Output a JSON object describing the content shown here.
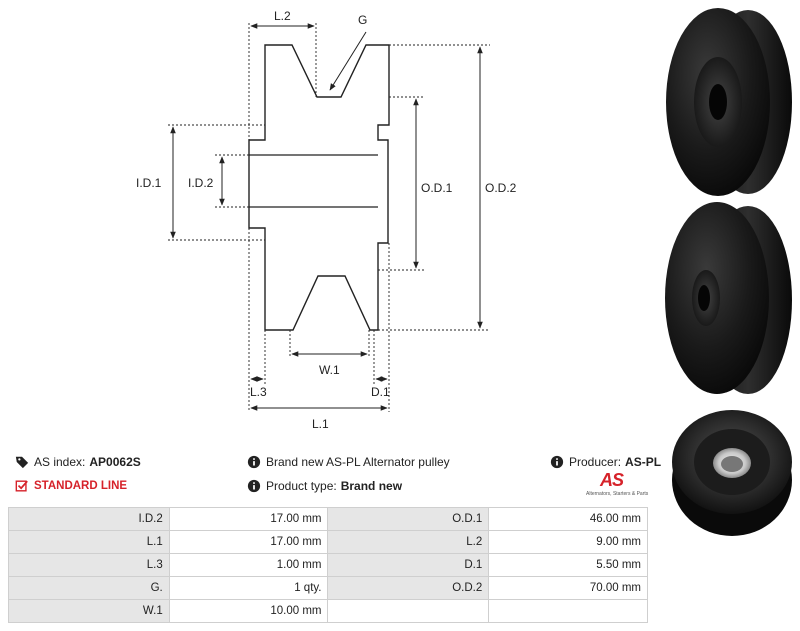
{
  "drawing": {
    "labels": {
      "l2": "L.2",
      "g": "G",
      "id1": "I.D.1",
      "id2": "I.D.2",
      "od1": "O.D.1",
      "od2": "O.D.2",
      "w1": "W.1",
      "l3": "L.3",
      "d1": "D.1",
      "l1": "L.1"
    }
  },
  "info": {
    "as_index_label": "AS index:",
    "as_index_value": "AP0062S",
    "standard_line": "STANDARD LINE",
    "description": "Brand new AS-PL Alternator pulley",
    "product_type_label": "Product type:",
    "product_type_value": "Brand new",
    "producer_label": "Producer:",
    "producer_value": "AS-PL"
  },
  "logo": {
    "brand": "AS",
    "tagline": "Alternators, Starters & Parts"
  },
  "colors": {
    "accent": "#d6222a",
    "table_label_bg": "#e6e6e6",
    "table_border": "#cfcfcf"
  },
  "spec_table": {
    "rows": [
      [
        {
          "label": "I.D.2",
          "value": "17.00 mm"
        },
        {
          "label": "O.D.1",
          "value": "46.00 mm"
        }
      ],
      [
        {
          "label": "L.1",
          "value": "17.00 mm"
        },
        {
          "label": "L.2",
          "value": "9.00 mm"
        }
      ],
      [
        {
          "label": "L.3",
          "value": "1.00 mm"
        },
        {
          "label": "D.1",
          "value": "5.50 mm"
        }
      ],
      [
        {
          "label": "G.",
          "value": "1 qty."
        },
        {
          "label": "O.D.2",
          "value": "70.00 mm"
        }
      ],
      [
        {
          "label": "W.1",
          "value": "10.00 mm"
        },
        {
          "label": "",
          "value": ""
        }
      ]
    ]
  }
}
